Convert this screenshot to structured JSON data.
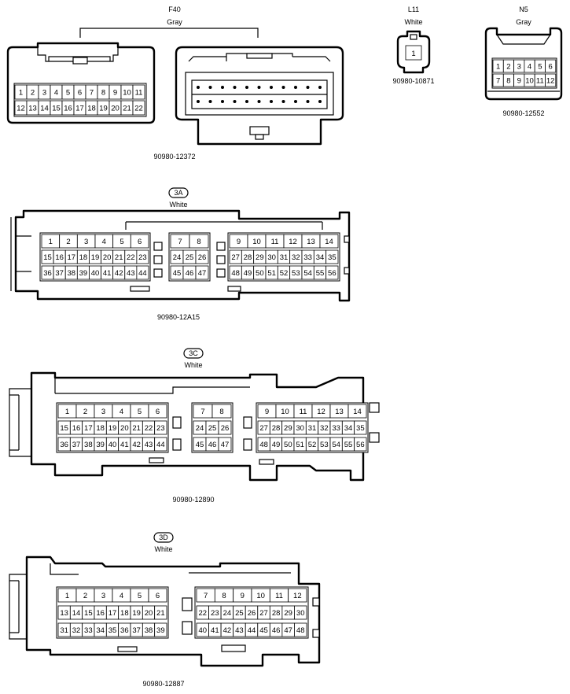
{
  "connectors": [
    {
      "id": "F40",
      "name": "F40",
      "color": "Gray",
      "part_number": "90980-12372",
      "pin_rows": [
        [
          "1",
          "2",
          "3",
          "4",
          "5",
          "6",
          "7",
          "8",
          "9",
          "10",
          "11"
        ],
        [
          "12",
          "13",
          "14",
          "15",
          "16",
          "17",
          "18",
          "19",
          "20",
          "21",
          "22"
        ]
      ]
    },
    {
      "id": "L11",
      "name": "L11",
      "color": "White",
      "part_number": "90980-10871",
      "pin_rows": [
        [
          "1"
        ]
      ]
    },
    {
      "id": "N5",
      "name": "N5",
      "color": "Gray",
      "part_number": "90980-12552",
      "pin_rows": [
        [
          "1",
          "2",
          "3",
          "4",
          "5",
          "6"
        ],
        [
          "7",
          "8",
          "9",
          "10",
          "11",
          "12"
        ]
      ]
    },
    {
      "id": "3A",
      "name": "3A",
      "color": "White",
      "part_number": "90980-12A15",
      "blocks": [
        {
          "rows": [
            [
              "1",
              "2",
              "3",
              "4",
              "5",
              "6"
            ],
            [
              "15",
              "16",
              "17",
              "18",
              "19",
              "20",
              "21",
              "22",
              "23"
            ],
            [
              "36",
              "37",
              "38",
              "39",
              "40",
              "41",
              "42",
              "43",
              "44"
            ]
          ]
        },
        {
          "rows": [
            [
              "7",
              "8"
            ],
            [
              "24",
              "25",
              "26"
            ],
            [
              "45",
              "46",
              "47"
            ]
          ]
        },
        {
          "rows": [
            [
              "9",
              "10",
              "11",
              "12",
              "13",
              "14"
            ],
            [
              "27",
              "28",
              "29",
              "30",
              "31",
              "32",
              "33",
              "34",
              "35"
            ],
            [
              "48",
              "49",
              "50",
              "51",
              "52",
              "53",
              "54",
              "55",
              "56"
            ]
          ]
        }
      ]
    },
    {
      "id": "3C",
      "name": "3C",
      "color": "White",
      "part_number": "90980-12890",
      "blocks": [
        {
          "rows": [
            [
              "1",
              "2",
              "3",
              "4",
              "5",
              "6"
            ],
            [
              "15",
              "16",
              "17",
              "18",
              "19",
              "20",
              "21",
              "22",
              "23"
            ],
            [
              "36",
              "37",
              "38",
              "39",
              "40",
              "41",
              "42",
              "43",
              "44"
            ]
          ]
        },
        {
          "rows": [
            [
              "7",
              "8"
            ],
            [
              "24",
              "25",
              "26"
            ],
            [
              "45",
              "46",
              "47"
            ]
          ]
        },
        {
          "rows": [
            [
              "9",
              "10",
              "11",
              "12",
              "13",
              "14"
            ],
            [
              "27",
              "28",
              "29",
              "30",
              "31",
              "32",
              "33",
              "34",
              "35"
            ],
            [
              "48",
              "49",
              "50",
              "51",
              "52",
              "53",
              "54",
              "55",
              "56"
            ]
          ]
        }
      ]
    },
    {
      "id": "3D",
      "name": "3D",
      "color": "White",
      "part_number": "90980-12887",
      "blocks": [
        {
          "rows": [
            [
              "1",
              "2",
              "3",
              "4",
              "5",
              "6"
            ],
            [
              "13",
              "14",
              "15",
              "16",
              "17",
              "18",
              "19",
              "20",
              "21"
            ],
            [
              "31",
              "32",
              "33",
              "34",
              "35",
              "36",
              "37",
              "38",
              "39"
            ]
          ]
        },
        {
          "rows": [
            [
              "7",
              "8",
              "9",
              "10",
              "11",
              "12"
            ],
            [
              "22",
              "23",
              "24",
              "25",
              "26",
              "27",
              "28",
              "29",
              "30"
            ],
            [
              "40",
              "41",
              "42",
              "43",
              "44",
              "45",
              "46",
              "47",
              "48"
            ]
          ]
        }
      ]
    }
  ]
}
